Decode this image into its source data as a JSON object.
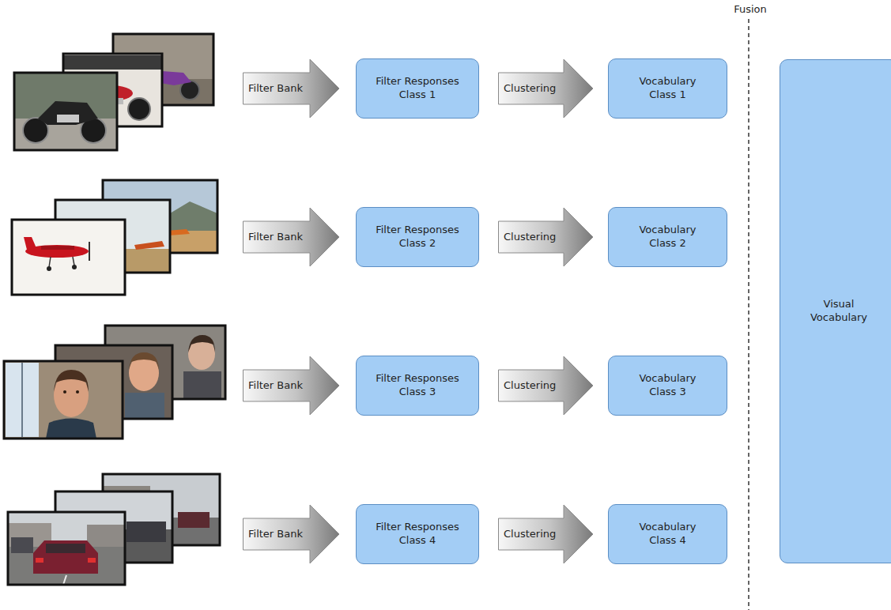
{
  "diagram": {
    "nodes": [
      {
        "text": [
          "Filter Bank"
        ]
      },
      {
        "text": [
          "Filter Responses Class 1"
        ]
      },
      {
        "text": [
          "Clustering"
        ]
      },
      {
        "text": [
          "Vocabulary Class 1"
        ]
      },
      {
        "text": [
          "Filter Bank"
        ]
      },
      {
        "text": [
          "Filter Responses Class 2"
        ]
      },
      {
        "text": [
          "Clustering"
        ]
      },
      {
        "text": [
          "Vocabulary Class 2"
        ]
      },
      {
        "text": [
          "Filter Bank"
        ]
      },
      {
        "text": [
          "Filter Responses Class 3"
        ]
      },
      {
        "text": [
          "Clustering"
        ]
      },
      {
        "text": [
          "Vocabulary Class 3"
        ]
      },
      {
        "text": [
          "Filter Bank"
        ]
      },
      {
        "text": [
          "Filter Responses Class 4"
        ]
      },
      {
        "text": [
          "Clustering"
        ]
      },
      {
        "text": [
          "Vocabulary Class 4"
        ]
      },
      {
        "text": [
          "Visual Vocabulary"
        ]
      }
    ],
    "labels": [
      "Fusion"
    ]
  }
}
